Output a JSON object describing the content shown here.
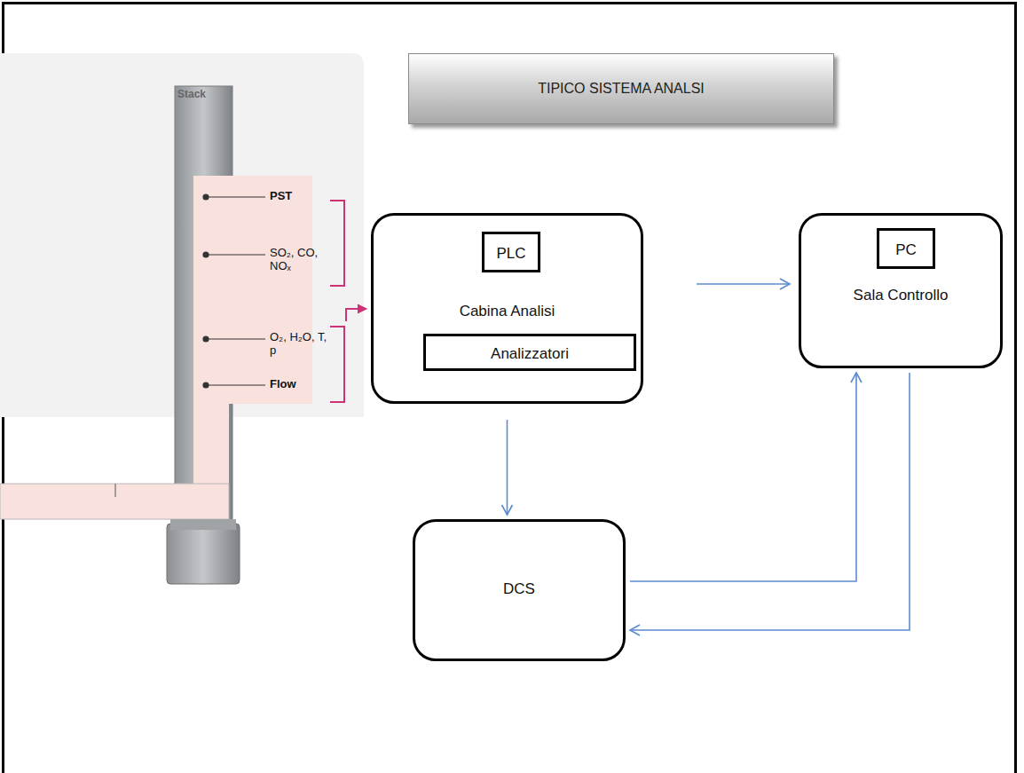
{
  "diagram": {
    "title": "TIPICO SISTEMA ANALSI",
    "nodes": [
      {
        "text": [
          "Cabina Analisi"
        ]
      },
      {
        "text": [
          "PLC"
        ],
        "in": 0
      },
      {
        "text": [
          "Analizzatori"
        ],
        "in": 0
      },
      {
        "text": [
          "Sala Controllo"
        ]
      },
      {
        "text": [
          "PC"
        ],
        "in": 3
      },
      {
        "text": [
          "DCS"
        ]
      }
    ],
    "edges": [
      {
        "from": 0,
        "to": 3,
        "arrow": "to"
      },
      {
        "from": 0,
        "to": 5,
        "arrow": "to"
      },
      {
        "from": 5,
        "to": 3,
        "arrow": "to"
      },
      {
        "from": 3,
        "to": 5,
        "arrow": "to"
      }
    ],
    "labels": [
      "Stack",
      "PST",
      "SO₂, CO, NOₓ",
      "O₂, H₂O, T, p",
      "Flow"
    ]
  }
}
